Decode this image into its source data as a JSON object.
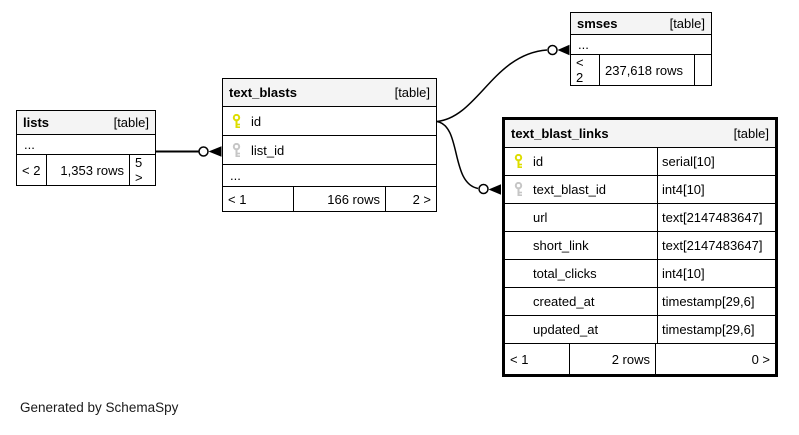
{
  "note": "Generated by SchemaSpy",
  "colors": {
    "background": "#ffffff",
    "table_header_bg": "#f4f4f4",
    "table_border": "#000000",
    "primary_key_icon": "#dddd00",
    "foreign_key_icon": "#c6c6c6",
    "line": "#000000"
  },
  "tables": {
    "lists": {
      "name": "lists",
      "tag": "[table]",
      "ellipsis": "...",
      "footer": {
        "left": "< 2",
        "center": "1,353 rows",
        "right": "5 >"
      }
    },
    "text_blasts": {
      "name": "text_blasts",
      "tag": "[table]",
      "columns": [
        {
          "name": "id",
          "key": "primary"
        },
        {
          "name": "list_id",
          "key": "foreign"
        }
      ],
      "ellipsis": "...",
      "footer": {
        "left": "< 1",
        "center": "166 rows",
        "right": "2 >"
      }
    },
    "smses": {
      "name": "smses",
      "tag": "[table]",
      "ellipsis": "...",
      "footer": {
        "left": "< 2",
        "center": "237,618 rows",
        "right": ""
      }
    },
    "text_blast_links": {
      "name": "text_blast_links",
      "tag": "[table]",
      "columns": [
        {
          "name": "id",
          "key": "primary",
          "type": "serial[10]"
        },
        {
          "name": "text_blast_id",
          "key": "foreign",
          "type": "int4[10]"
        },
        {
          "name": "url",
          "key": "none",
          "type": "text[2147483647]"
        },
        {
          "name": "short_link",
          "key": "none",
          "type": "text[2147483647]"
        },
        {
          "name": "total_clicks",
          "key": "none",
          "type": "int4[10]"
        },
        {
          "name": "created_at",
          "key": "none",
          "type": "timestamp[29,6]"
        },
        {
          "name": "updated_at",
          "key": "none",
          "type": "timestamp[29,6]"
        }
      ],
      "footer": {
        "left": "< 1",
        "center": "2 rows",
        "right": "0 >"
      }
    }
  },
  "relationships": [
    {
      "from_table": "lists",
      "to_table": "text_blasts",
      "to_column": "list_id",
      "cardinality": "zero-or-many"
    },
    {
      "from_table": "text_blasts",
      "from_column": "id",
      "to_table": "smses",
      "cardinality": "zero-or-many"
    },
    {
      "from_table": "text_blasts",
      "from_column": "id",
      "to_table": "text_blast_links",
      "to_column": "text_blast_id",
      "cardinality": "zero-or-many"
    }
  ]
}
